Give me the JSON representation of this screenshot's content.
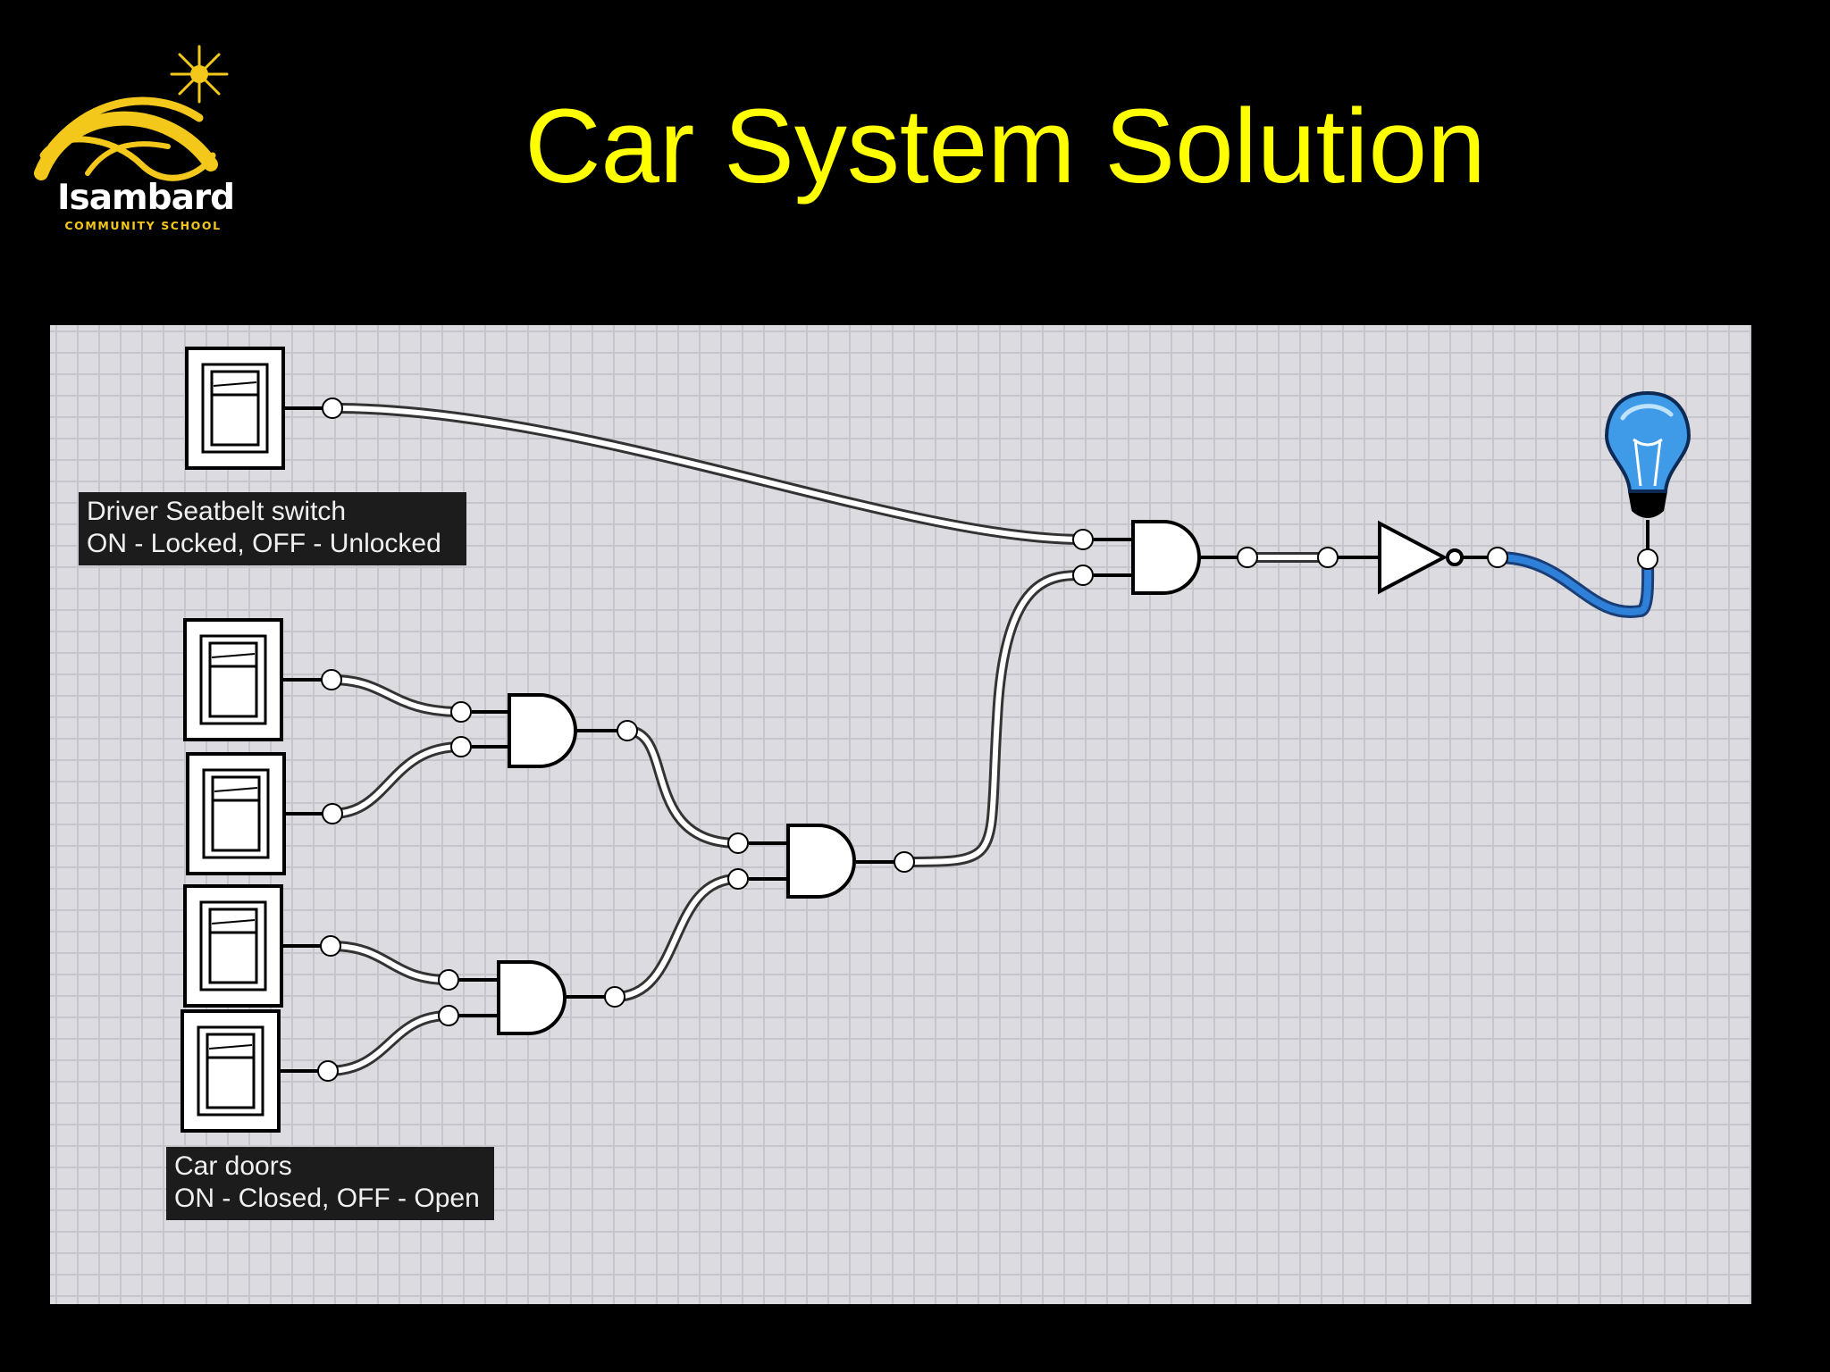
{
  "logo": {
    "name": "Isambard",
    "subtitle": "COMMUNITY SCHOOL",
    "colors": {
      "arc": "#f4c81a",
      "star": "#f4c81a",
      "wordmark": "#ffffff"
    },
    "icon": "star-arc-logo-icon"
  },
  "title": "Car System Solution",
  "colors": {
    "background": "#000000",
    "title": "#ffff00",
    "canvas": "#dcdbe0",
    "grid": "#c6c5cb",
    "wire": "#ffffff",
    "wire_active": "#1f6fc8",
    "bulb": "#4aa8f0"
  },
  "labels": {
    "seatbelt": {
      "line1": "Driver Seatbelt switch",
      "line2": "ON - Locked, OFF - Unlocked"
    },
    "doors": {
      "line1": "Car doors",
      "line2": "ON - Closed, OFF - Open"
    }
  },
  "components": {
    "switches": [
      "seatbelt-switch",
      "door-switch-1",
      "door-switch-2",
      "door-switch-3",
      "door-switch-4"
    ],
    "gates": [
      "and-gate",
      "and-gate",
      "and-gate",
      "and-gate",
      "not-gate"
    ],
    "output": "light-bulb-icon"
  }
}
